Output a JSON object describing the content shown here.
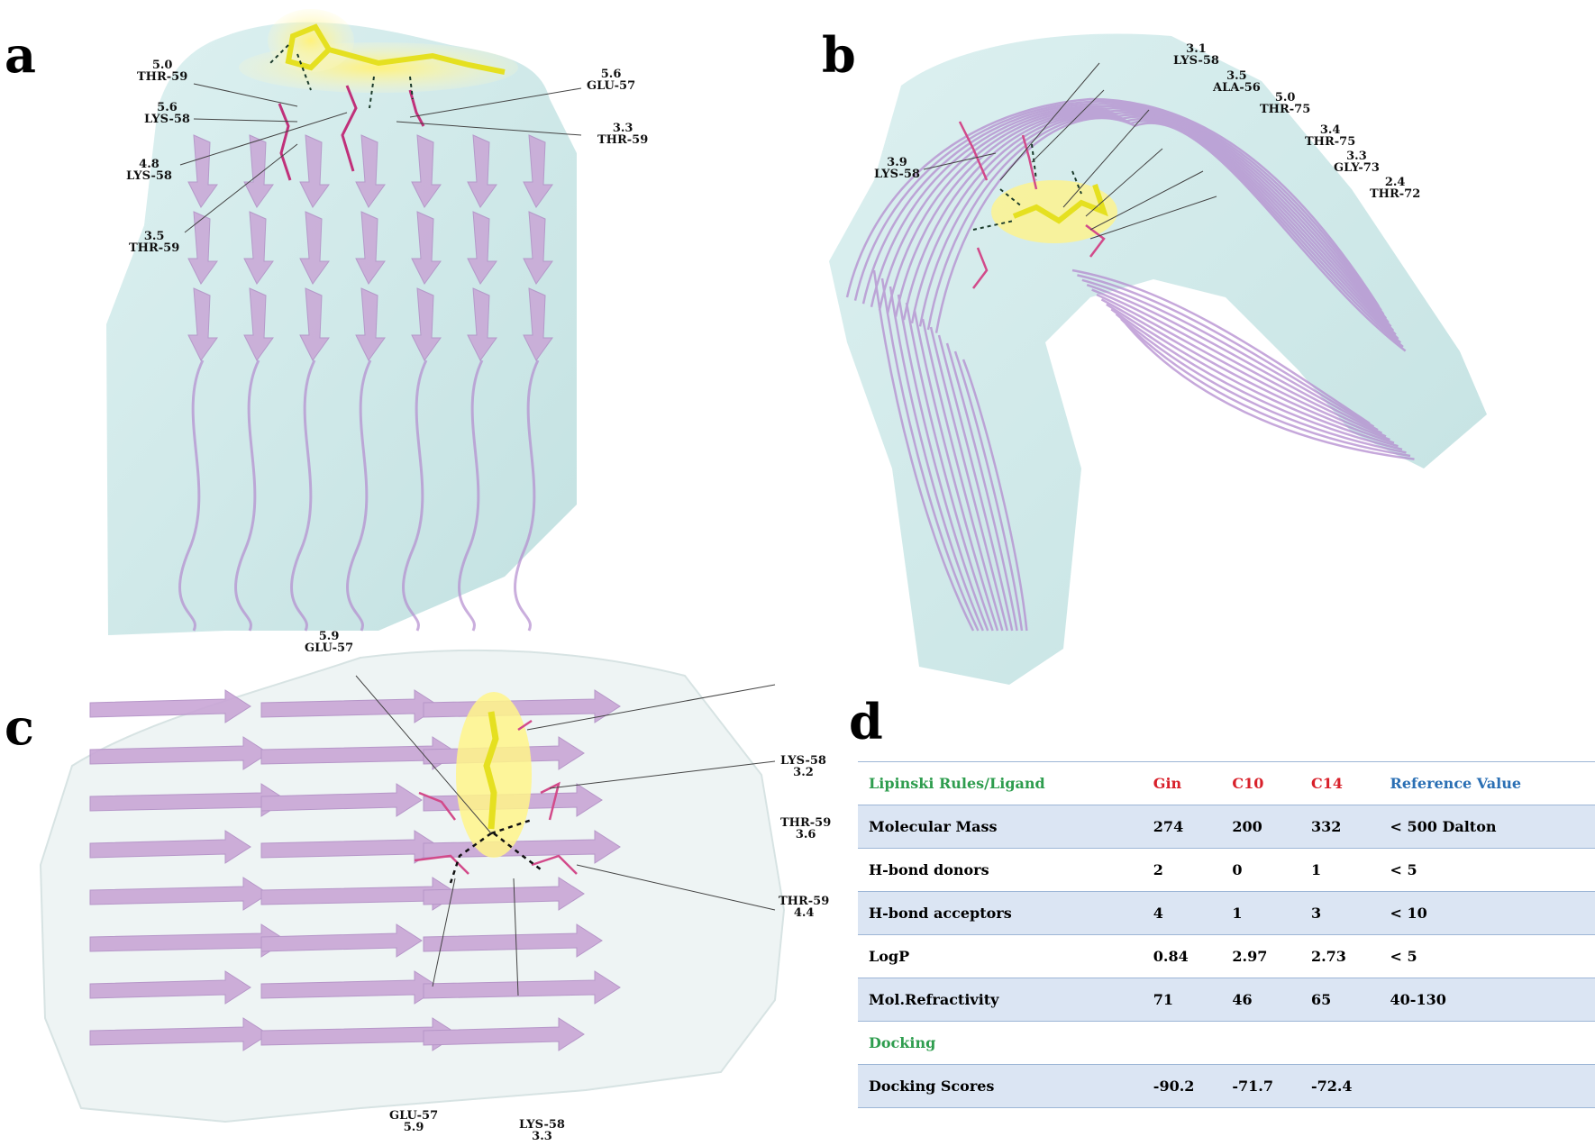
{
  "panels": {
    "a": {
      "letter": "a",
      "labels": [
        {
          "dist": "5.0",
          "res": "THR-59"
        },
        {
          "dist": "5.6",
          "res": "LYS-58"
        },
        {
          "dist": "4.8",
          "res": "LYS-58"
        },
        {
          "dist": "3.5",
          "res": "THR-59"
        },
        {
          "dist": "5.6",
          "res": "GLU-57"
        },
        {
          "dist": "3.3",
          "res": "THR-59"
        }
      ]
    },
    "b": {
      "letter": "b",
      "labels": [
        {
          "dist": "3.1",
          "res": "LYS-58"
        },
        {
          "dist": "3.5",
          "res": "ALA-56"
        },
        {
          "dist": "5.0",
          "res": "THR-75"
        },
        {
          "dist": "3.4",
          "res": "THR-75"
        },
        {
          "dist": "3.3",
          "res": "GLY-73"
        },
        {
          "dist": "2.4",
          "res": "THR-72"
        },
        {
          "dist": "3.9",
          "res": "LYS-58"
        }
      ]
    },
    "c": {
      "letter": "c",
      "labels": [
        {
          "res": "GLU-57",
          "dist": "5.9"
        },
        {
          "res": "LYS-58",
          "dist": "3.2"
        },
        {
          "res": "THR-59",
          "dist": "3.6"
        },
        {
          "res": "THR-59",
          "dist": "4.4"
        },
        {
          "res": "GLU-57",
          "dist": "5.9"
        },
        {
          "res": "LYS-58",
          "dist": "3.3"
        }
      ]
    },
    "d": {
      "letter": "d",
      "table": {
        "headers": [
          "Lipinski Rules/Ligand",
          "Gin",
          "C10",
          "C14",
          "Reference Value"
        ],
        "rows": [
          [
            "Molecular Mass",
            "274",
            "200",
            "332",
            "< 500 Dalton"
          ],
          [
            "H-bond donors",
            "2",
            "0",
            "1",
            "< 5"
          ],
          [
            "H-bond acceptors",
            "4",
            "1",
            "3",
            "< 10"
          ],
          [
            "LogP",
            "0.84",
            "2.97",
            "2.73",
            "< 5"
          ],
          [
            "Mol.Refractivity",
            "71",
            "46",
            "65",
            "40-130"
          ]
        ],
        "section": "Docking",
        "docking_row": [
          "Docking Scores",
          "-90.2",
          "-71.7",
          "-72.4",
          ""
        ]
      }
    }
  },
  "colors": {
    "surface_teal": "#cfe9e9",
    "surface_white": "#eef4f4",
    "strand": "#c9a6d6",
    "ligand": "#e5e020",
    "residue": "#d24a8a",
    "header_green": "#2e9d4e",
    "header_red": "#d8202a",
    "header_blue": "#2a6fb4",
    "row_shade": "#dbe5f3"
  }
}
